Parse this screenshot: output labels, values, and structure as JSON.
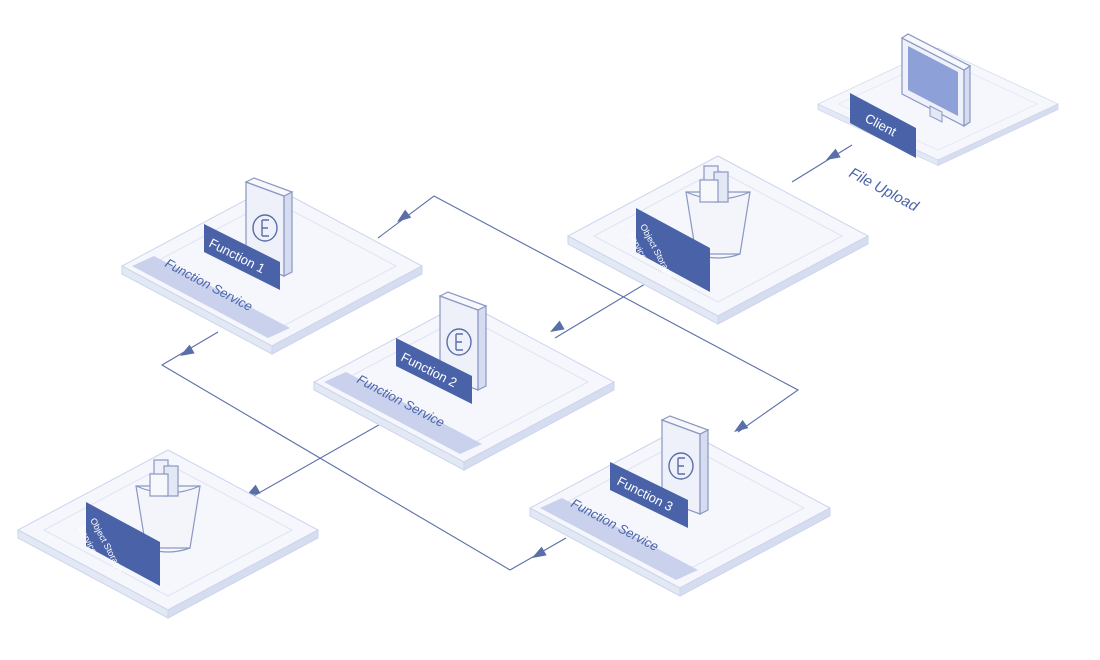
{
  "diagram": {
    "nodes": {
      "client": {
        "label": "Client",
        "icon": "monitor-icon"
      },
      "storage_top": {
        "label_line1": "Object Storage",
        "label_line2": "Service",
        "icon": "bucket-icon"
      },
      "storage_bottom": {
        "label_line1": "Object Storage",
        "label_line2": "Service",
        "icon": "bucket-icon"
      },
      "function1": {
        "label": "Function 1",
        "service": "Function Service",
        "icon": "function-icon"
      },
      "function2": {
        "label": "Function 2",
        "service": "Function Service",
        "icon": "function-icon"
      },
      "function3": {
        "label": "Function 3",
        "service": "Function Service",
        "icon": "function-icon"
      }
    },
    "edges": {
      "client_to_storage": {
        "label": "File Upload"
      }
    },
    "colors": {
      "accent": "#4a63a8",
      "line": "#5a6ea8",
      "platform": "#eef1fa",
      "platform_edge": "#cdd5ec",
      "service_band": "#c9d1ec",
      "icon_fill": "#e6eaf6",
      "icon_stroke": "#8a97c2",
      "screen": "#8da0d8"
    }
  }
}
